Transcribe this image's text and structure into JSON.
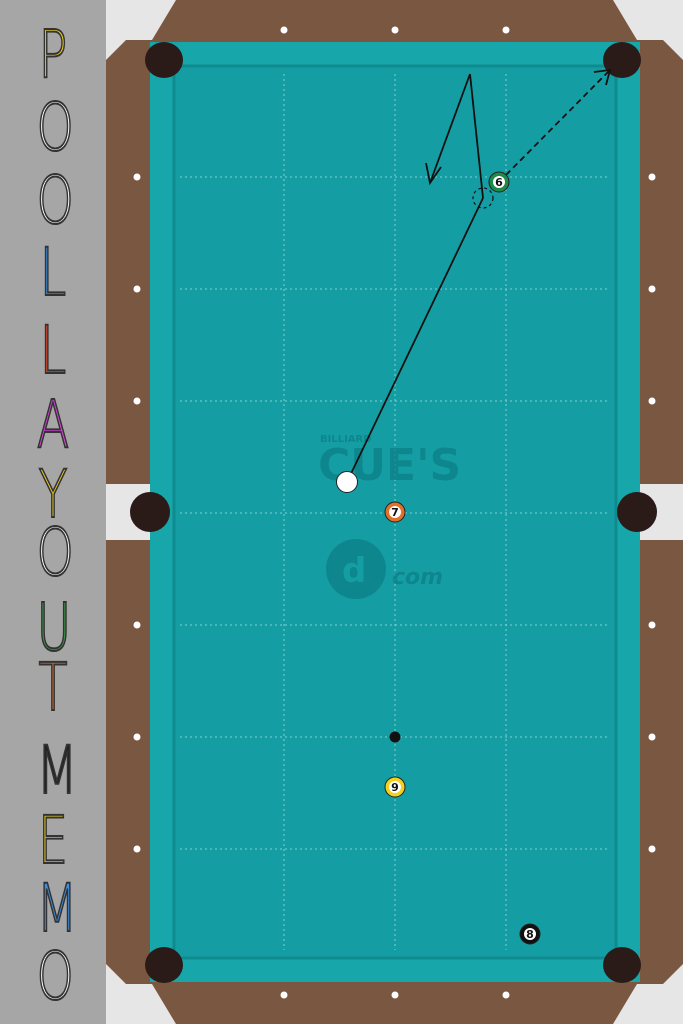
{
  "app_title_letters": [
    {
      "ch": "P",
      "color": "#f2d21c"
    },
    {
      "ch": "O",
      "color": "#ffffff"
    },
    {
      "ch": "O",
      "color": "#ffffff"
    },
    {
      "ch": "L",
      "color": "#3c8fe0"
    },
    {
      "ch": "L",
      "color": "#e84a2c"
    },
    {
      "ch": "A",
      "color": "#e040e0"
    },
    {
      "ch": "Y",
      "color": "#f2d21c"
    },
    {
      "ch": "O",
      "color": "#ffffff"
    },
    {
      "ch": "U",
      "color": "#3aa04a"
    },
    {
      "ch": "T",
      "color": "#e0702a"
    },
    {
      "ch": "M",
      "color": "#222222"
    },
    {
      "ch": "E",
      "color": "#f2d21c"
    },
    {
      "ch": "M",
      "color": "#3c8fe0"
    },
    {
      "ch": "O",
      "color": "#ffffff"
    }
  ],
  "watermark": {
    "line1": "BILLIARD",
    "line2": "CUE'S",
    "line3": "com"
  },
  "balls": [
    {
      "id": "cue",
      "label": "",
      "color": "#ffffff"
    },
    {
      "id": "ball-6",
      "label": "6",
      "color": "#1f8a4c"
    },
    {
      "id": "ball-7",
      "label": "7",
      "color": "#e0702a"
    },
    {
      "id": "ball-8",
      "label": "8",
      "color": "#111111"
    },
    {
      "id": "ball-9",
      "label": "9",
      "color": "#f2d21c"
    }
  ],
  "colors": {
    "felt": "#149ea4",
    "rail": "#1aa8ab",
    "wood": "#7a5740",
    "pocket": "#2a1a18",
    "corner": "#e4e4e4"
  }
}
